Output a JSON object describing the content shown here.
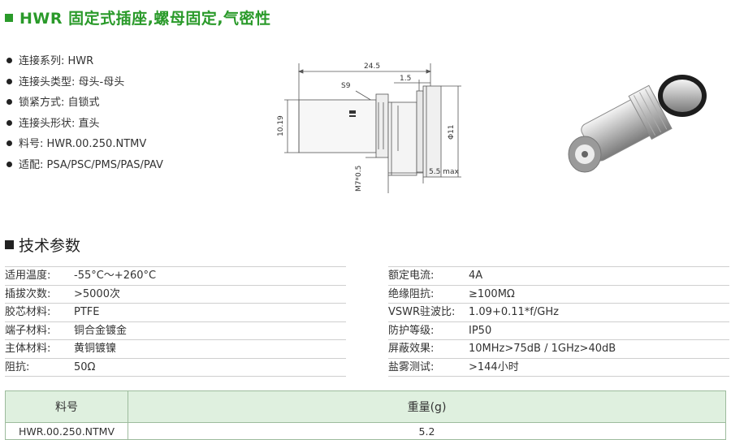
{
  "title": "HWR 固定式插座,螺母固定,气密性",
  "specs": [
    "连接系列: HWR",
    "连接头类型: 母头-母头",
    "锁紧方式: 自锁式",
    "连接头形状: 直头",
    "料号: HWR.00.250.NTMV",
    "适配: PSA/PSC/PMS/PAS/PAV"
  ],
  "drawing": {
    "dim_length": "24.5",
    "dim_wrench": "S9",
    "dim_flange": "1.5",
    "dim_height": "10.19",
    "dim_dia": "Φ11",
    "dim_thread": "M7*0.5",
    "dim_max": "5.5 max"
  },
  "section_title": "技术参数",
  "params_left": [
    {
      "k": "适用温度:",
      "v": "-55°C～+260°C"
    },
    {
      "k": "插拔次数:",
      "v": ">5000次"
    },
    {
      "k": "胶芯材料:",
      "v": "PTFE"
    },
    {
      "k": "端子材料:",
      "v": "铜合金镀金"
    },
    {
      "k": "主体材料:",
      "v": "黄铜镀镍"
    },
    {
      "k": "阻抗:",
      "v": "50Ω"
    }
  ],
  "params_right": [
    {
      "k": "额定电流:",
      "v": "4A"
    },
    {
      "k": "绝缘阻抗:",
      "v": "≥100MΩ"
    },
    {
      "k": "VSWR驻波比:",
      "v": "1.09+0.11*f/GHz"
    },
    {
      "k": "防护等级:",
      "v": "IP50"
    },
    {
      "k": "屏蔽效果:",
      "v": "10MHz>75dB / 1GHz>40dB"
    },
    {
      "k": "盐雾测试:",
      "v": ">144小时"
    }
  ],
  "weight_table": {
    "headers": [
      "料号",
      "重量(g)"
    ],
    "rows": [
      [
        "HWR.00.250.NTMV",
        "5.2"
      ]
    ]
  },
  "colors": {
    "accent": "#2a9a2a",
    "table_header_bg": "#dff0df"
  }
}
